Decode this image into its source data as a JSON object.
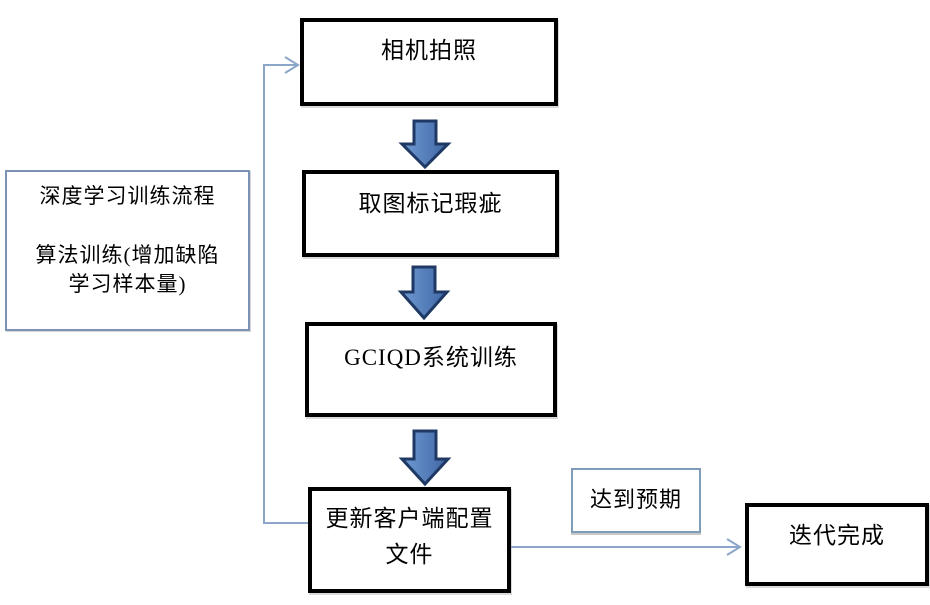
{
  "diagram": {
    "background": "#ffffff",
    "title_box": {
      "lines": [
        "深度学习训练流程",
        "算法训练(增加缺陷",
        "学习样本量)"
      ]
    },
    "nodes": {
      "camera": {
        "label": "相机拍照"
      },
      "mark_defects": {
        "label": "取图标记瑕疵"
      },
      "gciqd_training": {
        "label": "GCIQD系统训练"
      },
      "update_config": {
        "label_line1": "更新客户端配置",
        "label_line2": "文件"
      },
      "iteration_done": {
        "label": "迭代完成"
      }
    },
    "edge_labels": {
      "meets_expectation": "达到预期"
    },
    "edges": [
      {
        "from": "camera",
        "to": "mark_defects",
        "style": "block-arrow-down"
      },
      {
        "from": "mark_defects",
        "to": "gciqd_training",
        "style": "block-arrow-down"
      },
      {
        "from": "gciqd_training",
        "to": "update_config",
        "style": "block-arrow-down"
      },
      {
        "from": "update_config",
        "to": "camera",
        "style": "thin-elbow-arrow-loopback"
      },
      {
        "from": "update_config",
        "to": "iteration_done",
        "style": "thin-arrow-right",
        "label": "达到预期"
      }
    ],
    "colors": {
      "node_border": "#000000",
      "block_arrow_fill": "#4a7ebc",
      "block_arrow_fill_light": "#6f9bd2",
      "block_arrow_fill_dark": "#3f66a5",
      "block_arrow_outline": "#1f3864",
      "connector": "#8ca6c9",
      "title_box_border": "#7a93b5",
      "label_box_border": "#7f9db9"
    }
  }
}
